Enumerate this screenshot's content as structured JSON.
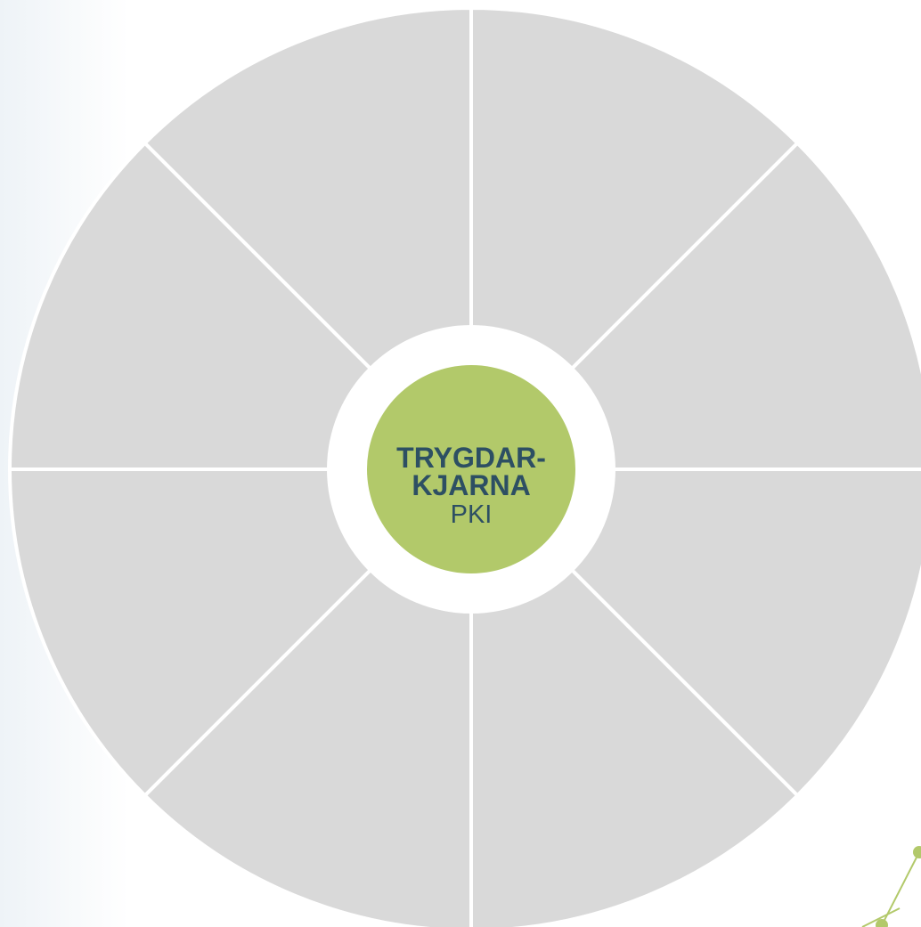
{
  "hub": {
    "line1": "TRYGDAR-",
    "line2": "KJARNA",
    "line3": "PKI"
  },
  "wheel": {
    "segment_count": 8
  },
  "colors": {
    "segment_fill": "#d9d9d9",
    "divider": "#ffffff",
    "hub_fill": "#b2c96a",
    "hub_text": "#2d4f63",
    "decoration": "#b2c96a"
  }
}
